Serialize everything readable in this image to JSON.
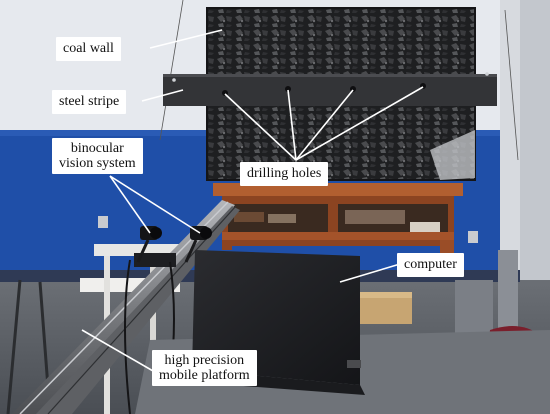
{
  "labels": {
    "coal_wall": "coal wall",
    "steel_stripe": "steel stripe",
    "binocular": [
      "binocular",
      "vision system"
    ],
    "drilling_holes": "drilling holes",
    "computer": "computer",
    "platform": [
      "high precision",
      "mobile platform"
    ]
  },
  "colors": {
    "wall_white": "#e9ecf0",
    "wall_blue": "#1f4fa8",
    "coal": "#2a2a2c",
    "steel": "#3a3b3e",
    "cabinet": "#a4532a",
    "floor": "#5c6066",
    "laptop": "#1c1d20",
    "rail": "#8d8f93"
  }
}
